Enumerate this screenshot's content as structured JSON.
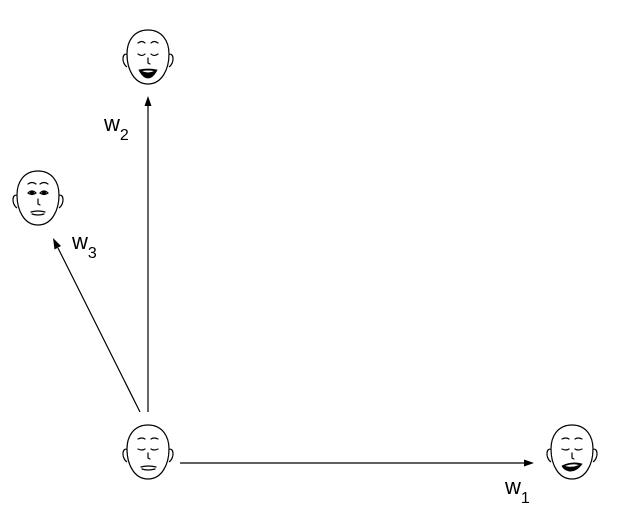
{
  "labels": {
    "w1_base": "w",
    "w1_sub": "1",
    "w2_base": "w",
    "w2_sub": "2",
    "w3_base": "w",
    "w3_sub": "3"
  },
  "faces": [
    {
      "id": "neutral",
      "expression": "neutral"
    },
    {
      "id": "smile",
      "expression": "smile"
    },
    {
      "id": "open-mouth",
      "expression": "open-mouth"
    },
    {
      "id": "wide-eyes",
      "expression": "wide-eyes"
    }
  ],
  "colors": {
    "stroke": "#000000",
    "background": "#ffffff"
  }
}
